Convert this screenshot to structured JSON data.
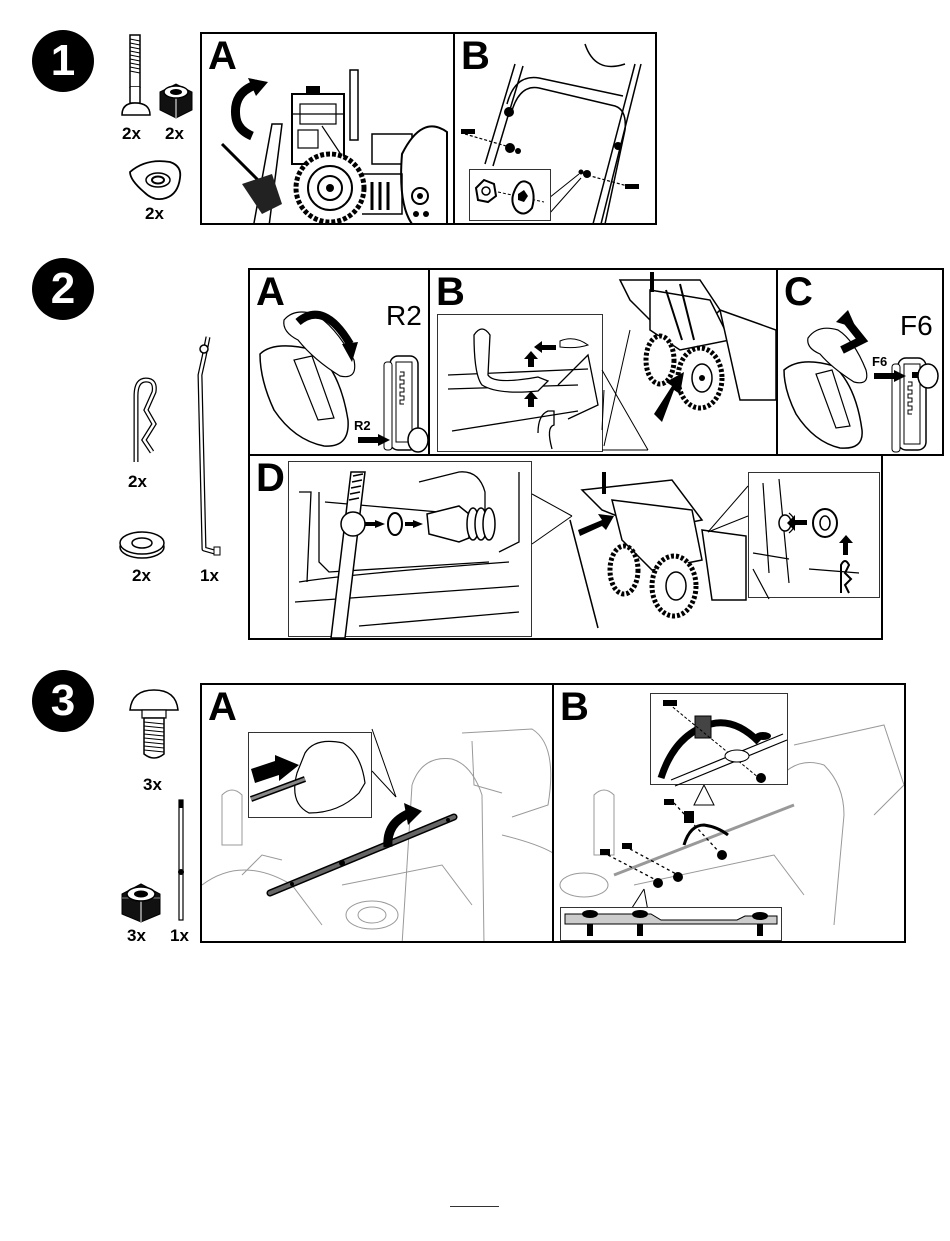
{
  "steps": [
    {
      "number": "1",
      "parts": [
        {
          "icon": "t-bolt-icon",
          "qty": "2x"
        },
        {
          "icon": "lock-nut-icon",
          "qty": "2x"
        },
        {
          "icon": "cup-washer-icon",
          "qty": "2x"
        }
      ],
      "panels": [
        {
          "letter": "A"
        },
        {
          "letter": "B"
        }
      ]
    },
    {
      "number": "2",
      "parts": [
        {
          "icon": "hairpin-clip-icon",
          "qty": "2x"
        },
        {
          "icon": "flat-washer-icon",
          "qty": "2x"
        },
        {
          "icon": "shift-rod-icon",
          "qty": "1x"
        }
      ],
      "panels": [
        {
          "letter": "A",
          "gear_label": "R2",
          "gear_marker": "R2"
        },
        {
          "letter": "B"
        },
        {
          "letter": "C",
          "gear_label": "F6",
          "gear_marker": "F6"
        },
        {
          "letter": "D"
        }
      ]
    },
    {
      "number": "3",
      "parts": [
        {
          "icon": "carriage-bolt-icon",
          "qty": "3x"
        },
        {
          "icon": "lock-nut-icon",
          "qty": "3x"
        },
        {
          "icon": "control-rod-icon",
          "qty": "1x"
        }
      ],
      "panels": [
        {
          "letter": "A"
        },
        {
          "letter": "B"
        }
      ]
    }
  ]
}
